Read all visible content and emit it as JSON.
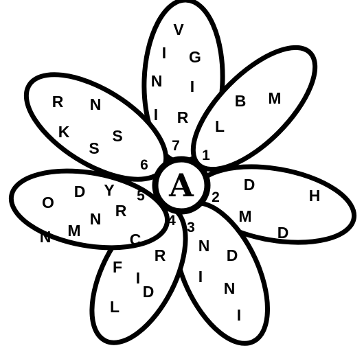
{
  "center": {
    "letter": "A"
  },
  "petals": [
    {
      "number": "1",
      "letters": [
        "B",
        "M",
        "L"
      ]
    },
    {
      "number": "2",
      "letters": [
        "D",
        "H",
        "M",
        "D"
      ]
    },
    {
      "number": "3",
      "letters": [
        "N",
        "D",
        "I",
        "N",
        "I"
      ]
    },
    {
      "number": "4",
      "letters": [
        "C",
        "R",
        "F",
        "I",
        "D",
        "L"
      ]
    },
    {
      "number": "5",
      "letters": [
        "O",
        "D",
        "Y",
        "R",
        "N",
        "M",
        "N"
      ]
    },
    {
      "number": "6",
      "letters": [
        "R",
        "N",
        "K",
        "S",
        "S"
      ]
    },
    {
      "number": "7",
      "letters": [
        "V",
        "I",
        "G",
        "N",
        "I",
        "I",
        "R"
      ]
    }
  ]
}
